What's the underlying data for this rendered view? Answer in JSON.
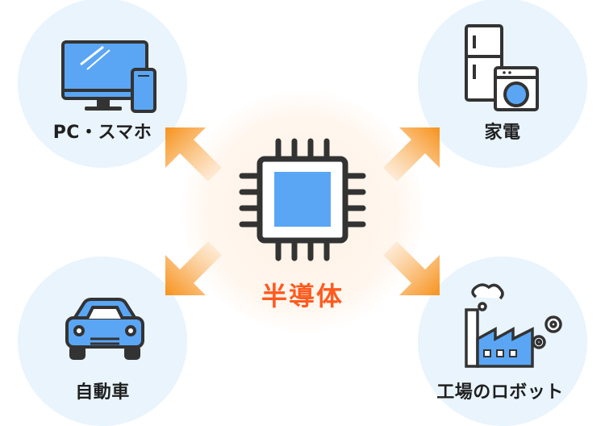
{
  "center": {
    "title": "半導体"
  },
  "nodes": {
    "pc": {
      "label": "PC・スマホ",
      "icon": "monitor-smartphone-icon"
    },
    "home": {
      "label": "家電",
      "icon": "fridge-washer-icon"
    },
    "car": {
      "label": "自動車",
      "icon": "car-icon"
    },
    "factory": {
      "label": "工場のロボット",
      "icon": "factory-gear-icon"
    }
  },
  "colors": {
    "accent": "#ff5a1f",
    "arrow": "#f7931e",
    "circle_bg": "#e9f4fd",
    "chip_blue": "#5aa6f5",
    "line": "#333333"
  }
}
